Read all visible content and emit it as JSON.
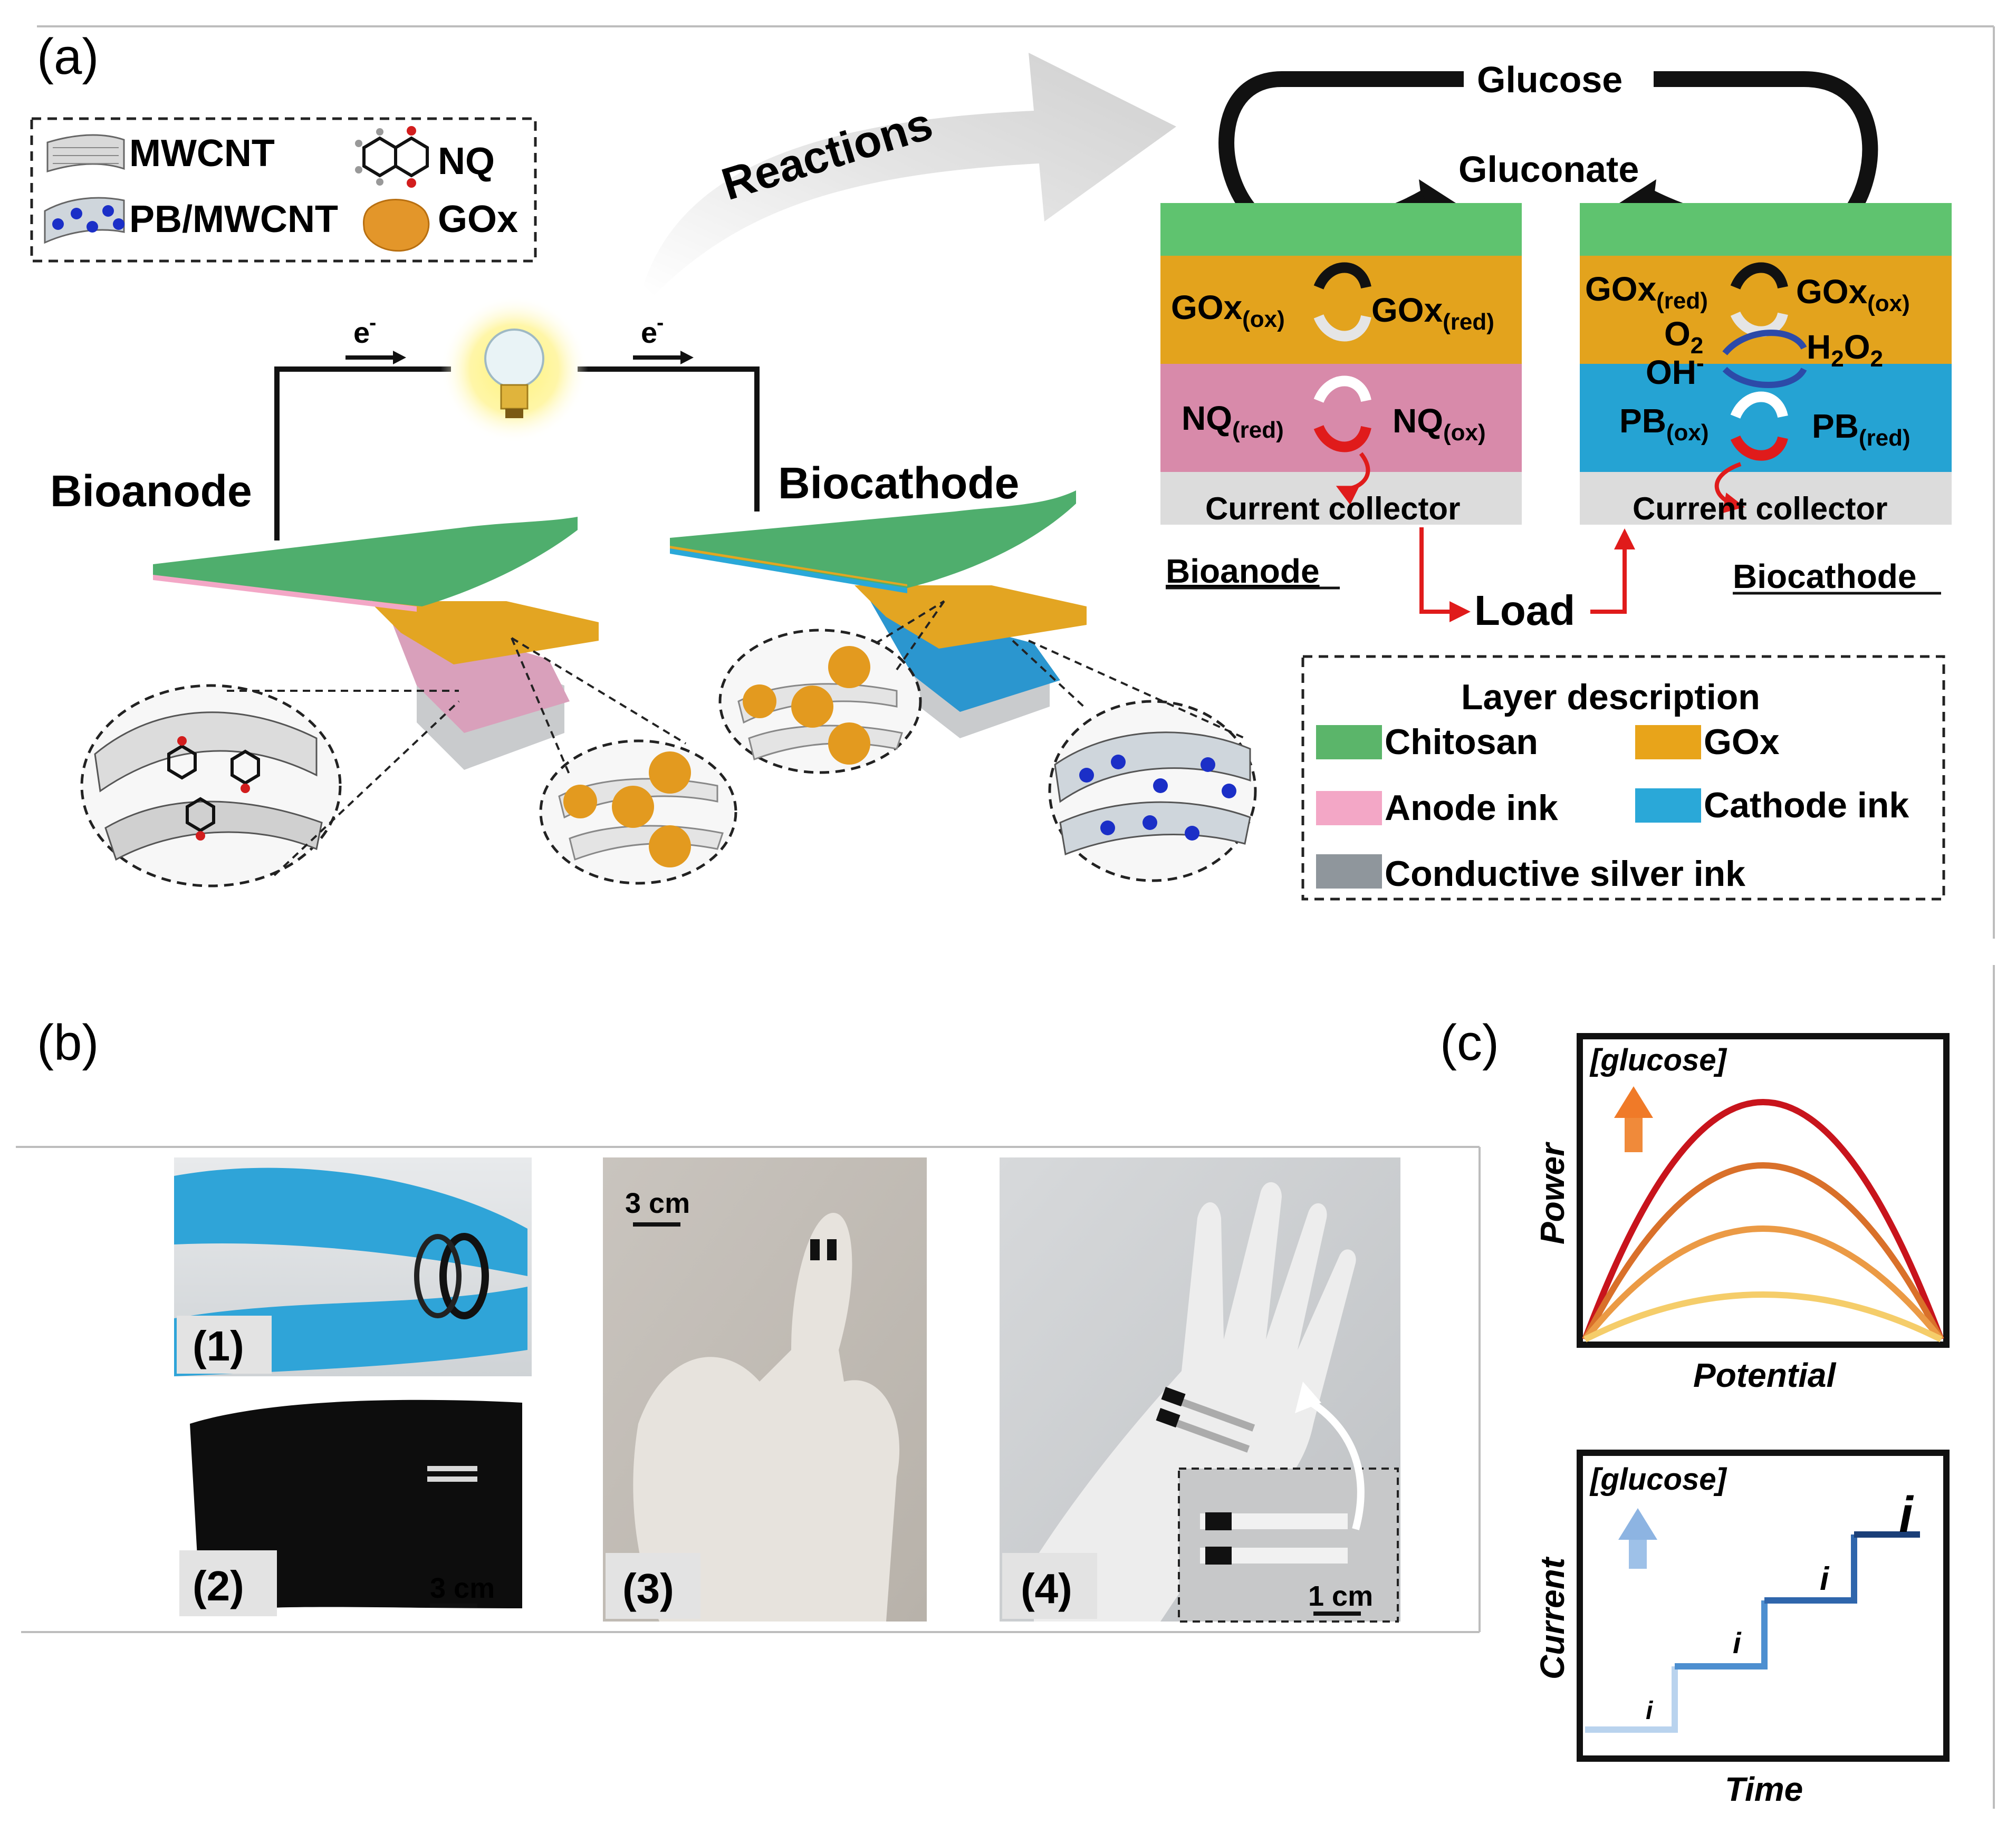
{
  "panel_a": {
    "label": "(a)",
    "legend": {
      "mwcnt": "MWCNT",
      "nq": "NQ",
      "pb_mwcnt": "PB/MWCNT",
      "gox": "GOx"
    },
    "reactions": "Reactions",
    "electron": "e",
    "electron_sup": "-",
    "bioanode": "Bioanode",
    "biocathode": "Biocathode",
    "glucose": "Glucose",
    "gluconate": "Gluconate",
    "anode_rx": {
      "gox_ox": "GOx",
      "gox_ox_sub": "(ox)",
      "gox_red": "GOx",
      "gox_red_sub": "(red)",
      "nq_red": "NQ",
      "nq_red_sub": "(red)",
      "nq_ox": "NQ",
      "nq_ox_sub": "(ox)"
    },
    "cathode_rx": {
      "gox_red": "GOx",
      "gox_red_sub": "(red)",
      "gox_ox": "GOx",
      "gox_ox_sub": "(ox)",
      "o2": "O",
      "o2_sub": "2",
      "h2o2_a": "H",
      "h2o2_sub1": "2",
      "h2o2_b": "O",
      "h2o2_sub2": "2",
      "oh": "OH",
      "oh_sup": "-",
      "pb_ox": "PB",
      "pb_ox_sub": "(ox)",
      "pb_red": "PB",
      "pb_red_sub": "(red)"
    },
    "current_collector_left": "Current collector",
    "current_collector_right": "Current collector",
    "bioanode_title": "Bioanode",
    "biocathode_title": "Biocathode",
    "load": "Load",
    "layer_box": {
      "title": "Layer description",
      "chitosan": "Chitosan",
      "gox": "GOx",
      "anode_ink": "Anode ink",
      "cathode_ink": "Cathode ink",
      "silver_ink": "Conductive silver ink"
    },
    "colors": {
      "chitosan": "#5bb56a",
      "gox": "#e8a41a",
      "anode_ink": "#f3a7c6",
      "cathode_ink": "#2aa8d8",
      "silver": "#a9aeb3",
      "arrow_red": "#e01b1b"
    }
  },
  "panel_b": {
    "label": "(b)",
    "photos": [
      {
        "tag": "(1)",
        "scale": ""
      },
      {
        "tag": "(2)",
        "scale": "3 cm"
      },
      {
        "tag": "(3)",
        "scale": "3 cm"
      },
      {
        "tag": "(4)",
        "scale": "1 cm"
      }
    ]
  },
  "panel_c": {
    "label": "(c)",
    "top": {
      "tag": "[glucose]",
      "ylabel": "Power",
      "xlabel": "Potential"
    },
    "bottom": {
      "tag": "[glucose]",
      "ylabel": "Current",
      "xlabel": "Time",
      "step_label": "i"
    },
    "power_colors": [
      "#c8141c",
      "#d9702a",
      "#eb9a45",
      "#f5cd6a"
    ],
    "current_colors": [
      "#b9d3ee",
      "#4d8fd0",
      "#2f66ac",
      "#1b3f78"
    ]
  }
}
